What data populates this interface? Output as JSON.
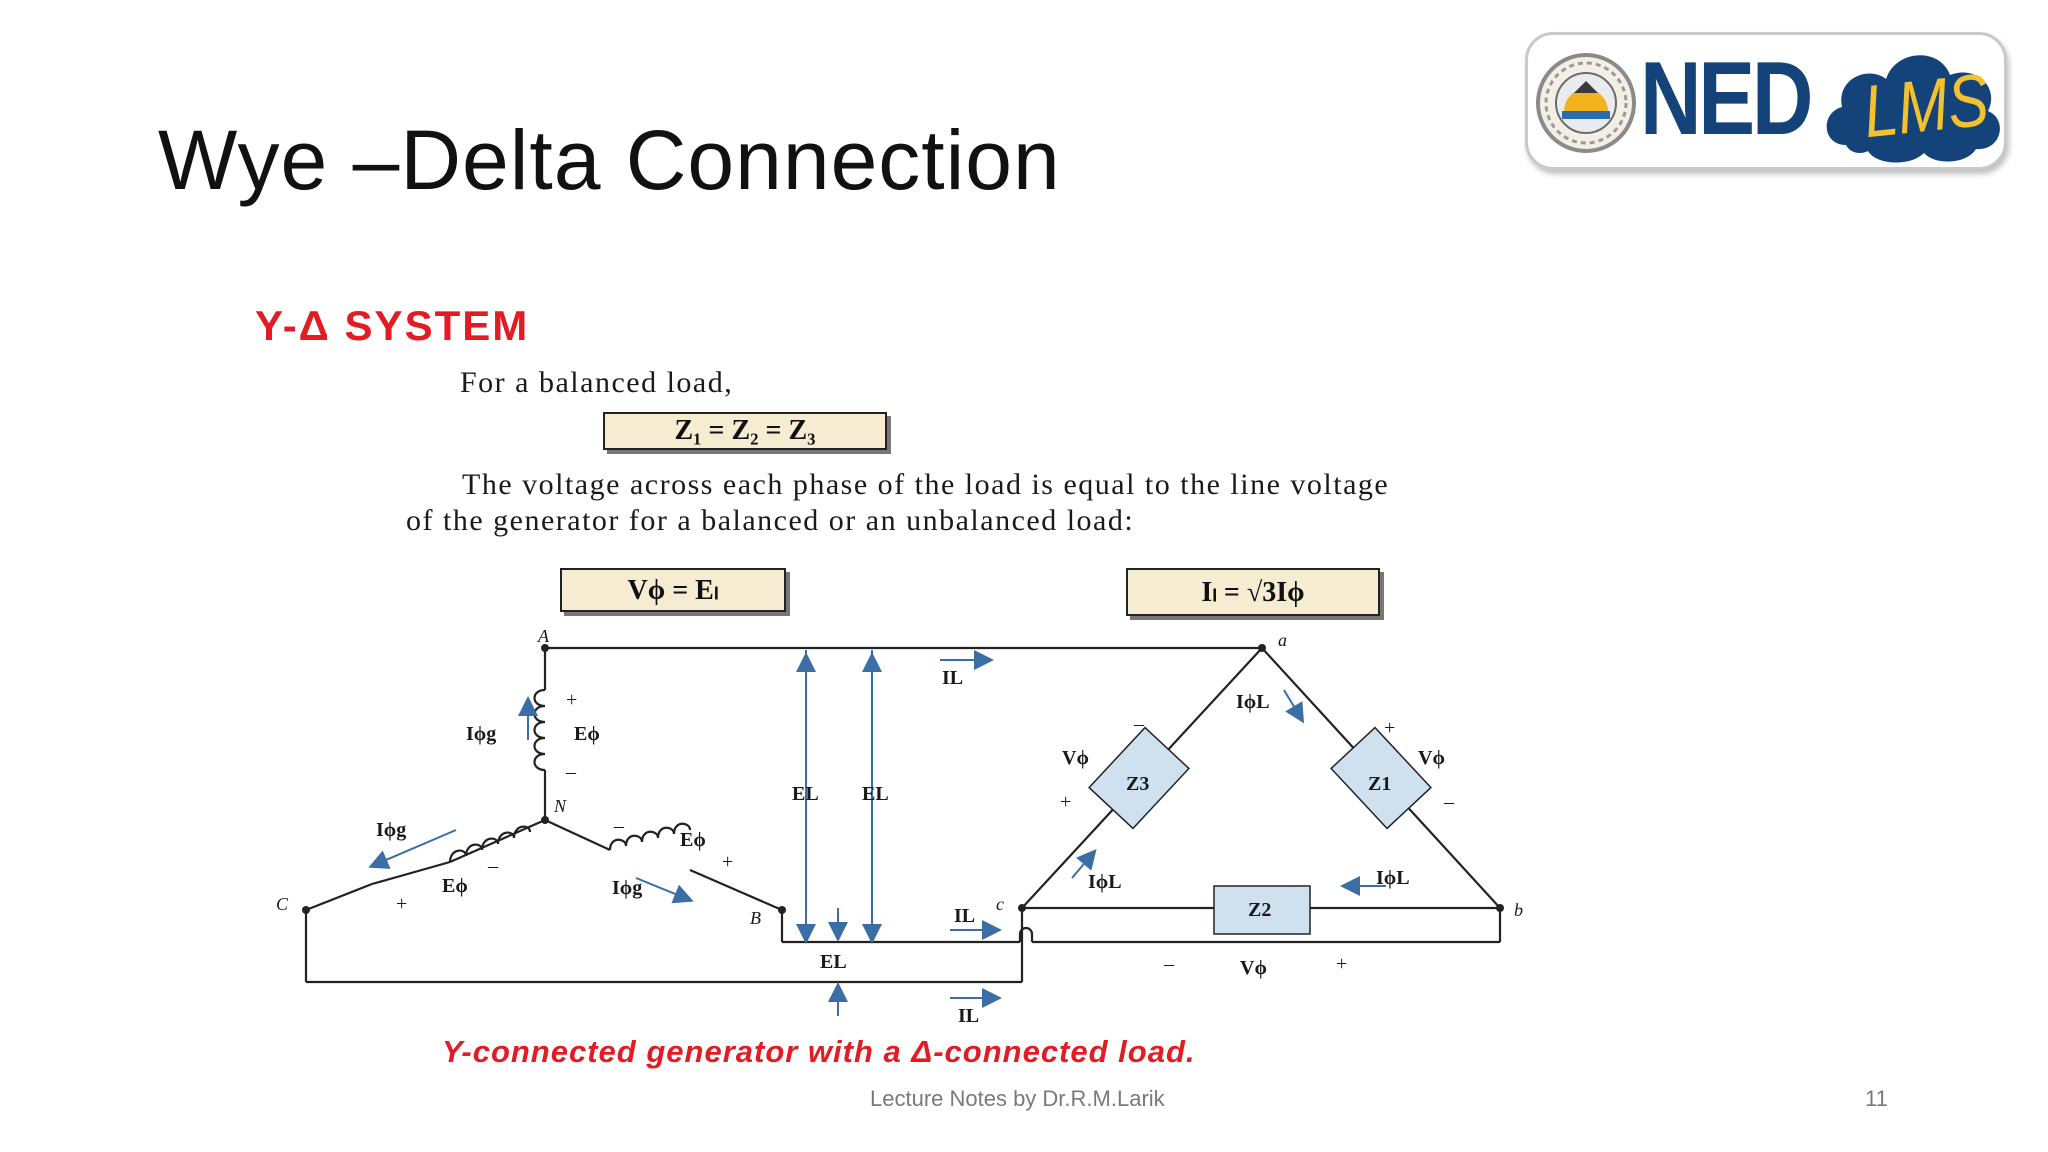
{
  "slide": {
    "title": "Wye –Delta Connection",
    "footer": "Lecture Notes by Dr.R.M.Larik",
    "page_number": "11"
  },
  "logo": {
    "text": "NED",
    "badge_text": "LMS",
    "colors": {
      "ned": "#14437a",
      "cloud": "#14437a",
      "lms": "#f2c12e"
    }
  },
  "figure": {
    "section_title": "Y-Δ SYSTEM",
    "intro": "For a balanced load,",
    "equation_impedance": "Z₁ = Z₂ = Z₃",
    "statement_line1": "The voltage across each phase of the load is equal to the line voltage",
    "statement_line2": "of the generator for a balanced or an unbalanced load:",
    "equation_voltage": "Vϕ = Eₗ",
    "equation_current": "Iₗ = √3Iϕ",
    "caption": "Y-connected generator with a Δ-connected load.",
    "accent_color": "#e31b23",
    "box_color": "#f6ecd2",
    "impedance_color": "#cfe0ef"
  },
  "circuit": {
    "nodes": {
      "A": "A",
      "B": "B",
      "C": "C",
      "N": "N",
      "a": "a",
      "b": "b",
      "c": "c"
    },
    "generator_labels": {
      "phase_current": "Iϕg",
      "phase_voltage": "Eϕ",
      "plus": "+",
      "minus": "–"
    },
    "line_labels": {
      "line_voltage": "EL",
      "line_current": "IL"
    },
    "load_labels": {
      "z1": "Z1",
      "z2": "Z2",
      "z3": "Z3",
      "phase_voltage": "Vϕ",
      "phase_current": "IϕL"
    }
  }
}
